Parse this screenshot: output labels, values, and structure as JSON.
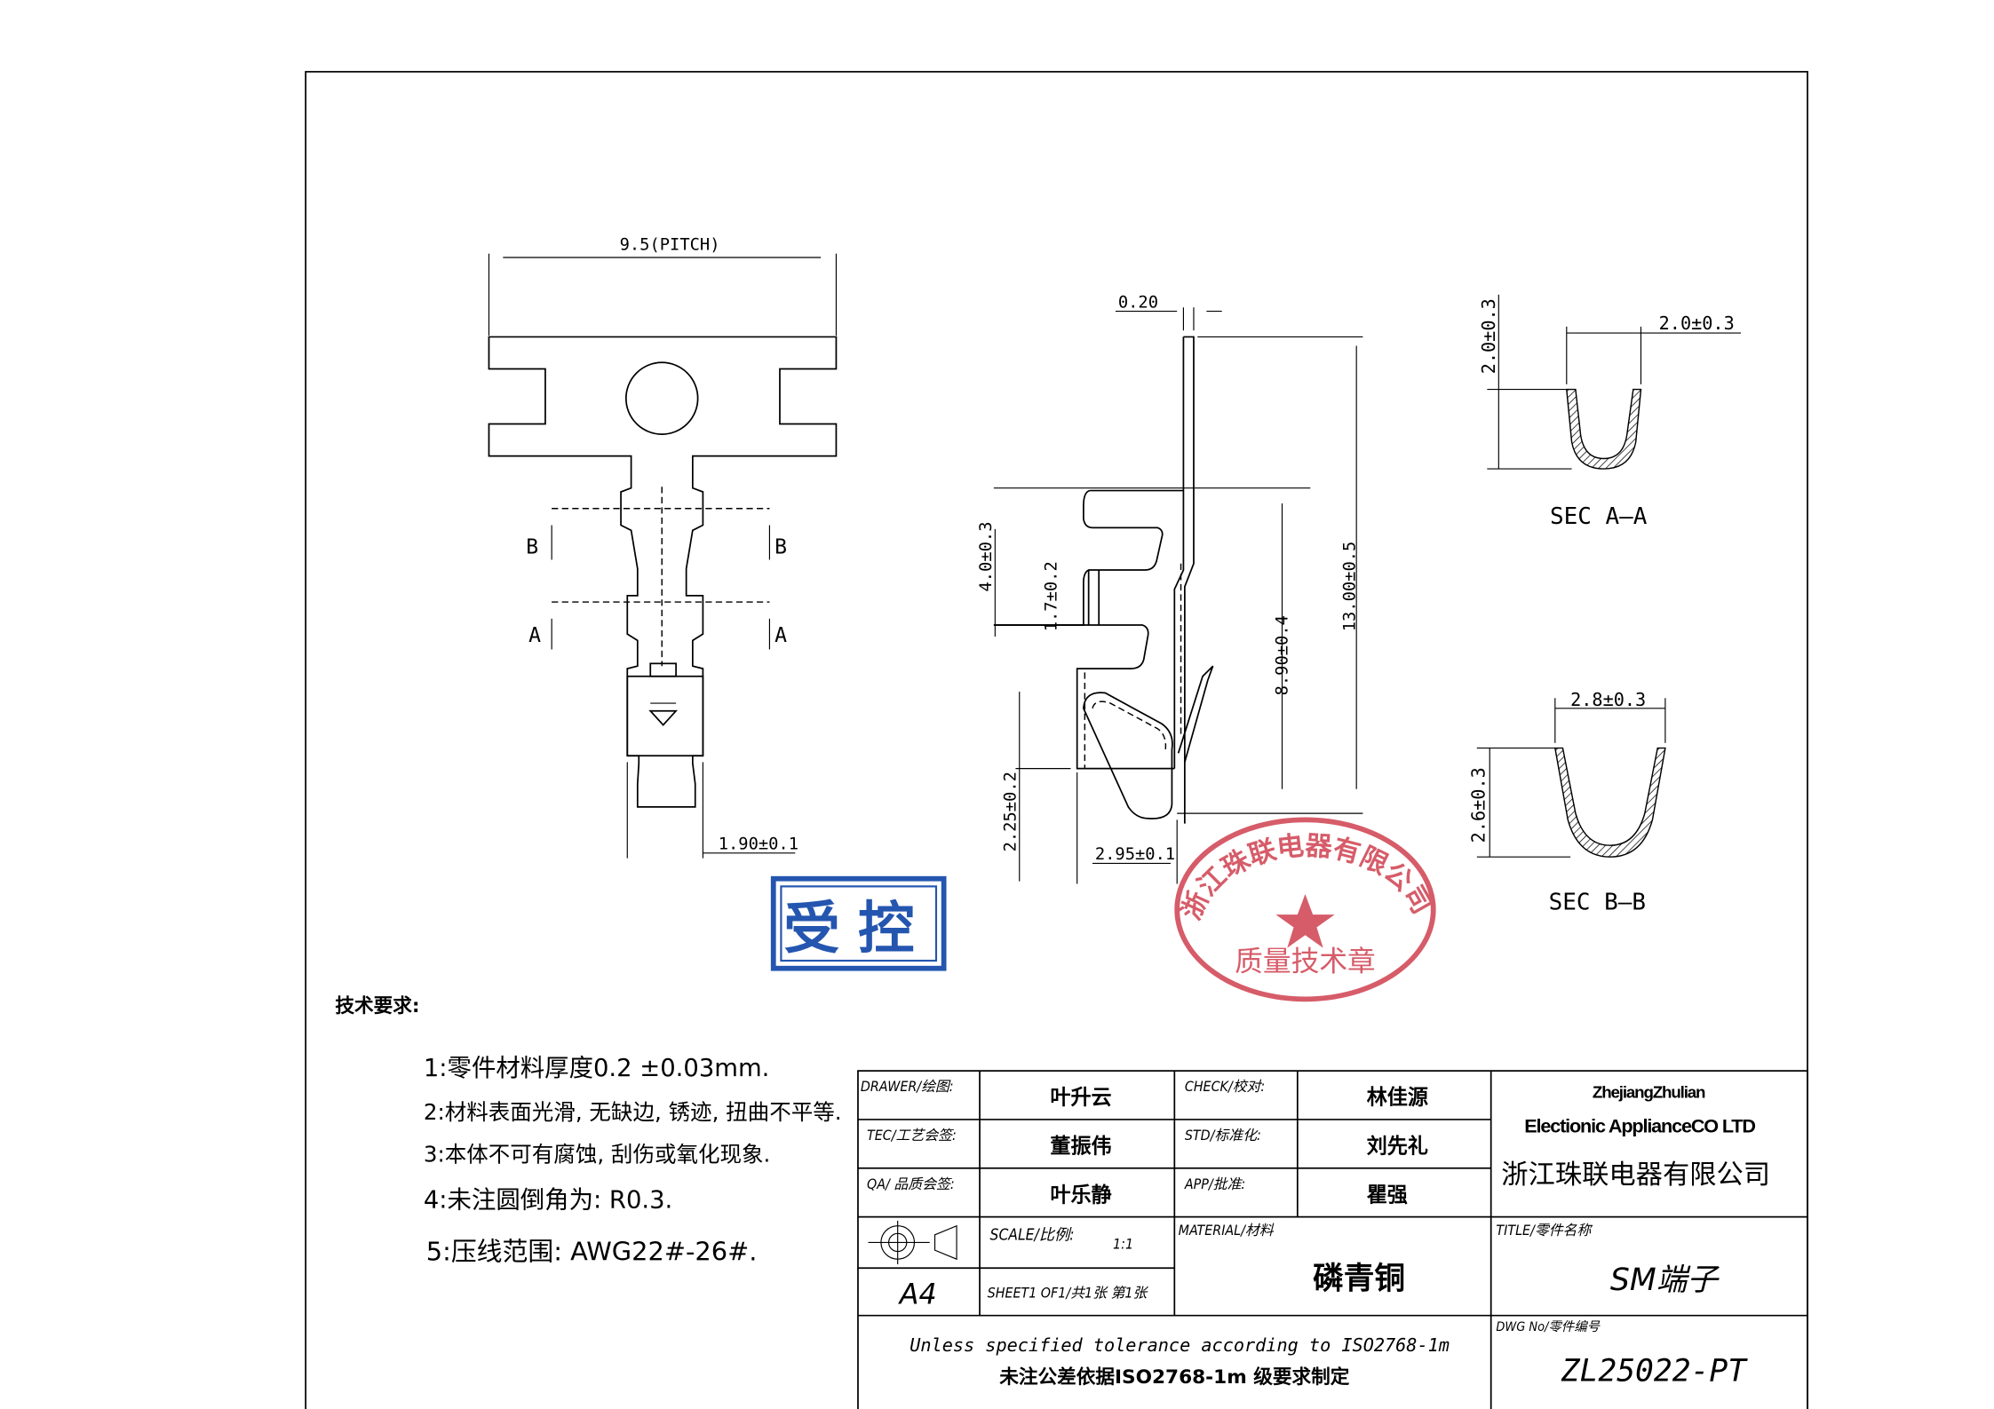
{
  "drawing": {
    "front_view": {
      "pitch_dim": "9.5(PITCH)",
      "width_dim": "1.90±0.1",
      "section_b_left": "B",
      "section_b_right": "B",
      "section_a_left": "A",
      "section_a_right": "A"
    },
    "side_view": {
      "thickness_dim": "0.20",
      "dim_4": "4.0±0.3",
      "dim_17": "1.7±0.2",
      "dim_225": "2.25±0.2",
      "dim_295": "2.95±0.1",
      "dim_890": "8.90±0.4",
      "dim_1300": "13.00±0.5"
    },
    "section_aa": {
      "label": "SEC  A–A",
      "height_dim": "2.0±0.3",
      "width_dim": "2.0±0.3"
    },
    "section_bb": {
      "label": "SEC  B–B",
      "height_dim": "2.6±0.3",
      "width_dim": "2.8±0.3"
    }
  },
  "stamps": {
    "controlled": "受控",
    "company_seal_ring": "浙江珠联电器有限公司",
    "company_seal_center": "质量技术章",
    "seal_color": "#d0404f",
    "controlled_color": "#2456b0"
  },
  "notes": {
    "heading": "技术要求:",
    "items": [
      "1:零件材料厚度0.2 ±0.03mm.",
      "2:材料表面光滑, 无缺边, 锈迹, 扭曲不平等.",
      "3:本体不可有腐蚀, 刮伤或氧化现象.",
      "4:未注圆倒角为: R0.3.",
      "5:压线范围: AWG22#-26#."
    ]
  },
  "title_block": {
    "drawer_label": "DRAWER/绘图:",
    "drawer": "叶升云",
    "check_label": "CHECK/校对:",
    "check": "林佳源",
    "tec_label": "TEC/工艺会签:",
    "tec": "董振伟",
    "std_label": "STD/标准化:",
    "std": "刘先礼",
    "qa_label": "QA/ 品质会签:",
    "qa": "叶乐静",
    "app_label": "APP/批准:",
    "app": "瞿强",
    "company_en_1": "ZhejiangZhulian",
    "company_en_2": "Electionic ApplianceCO LTD",
    "company_cn": "浙江珠联电器有限公司",
    "scale_label": "SCALE/比例:",
    "scale": "1:1",
    "sheet_size": "A4",
    "sheet": "SHEET1 OF1/共1张 第1张",
    "material_label": "MATERIAL/材料",
    "material": "磷青铜",
    "title_label": "TITLE/零件名称",
    "title": "SM端子",
    "tolerance_en": "Unless specified tolerance according to ISO2768-1m",
    "tolerance_cn": "未注公差依据ISO2768-1m 级要求制定",
    "dwg_label": "DWG No/零件编号",
    "dwg_no": "ZL25022-PT"
  }
}
